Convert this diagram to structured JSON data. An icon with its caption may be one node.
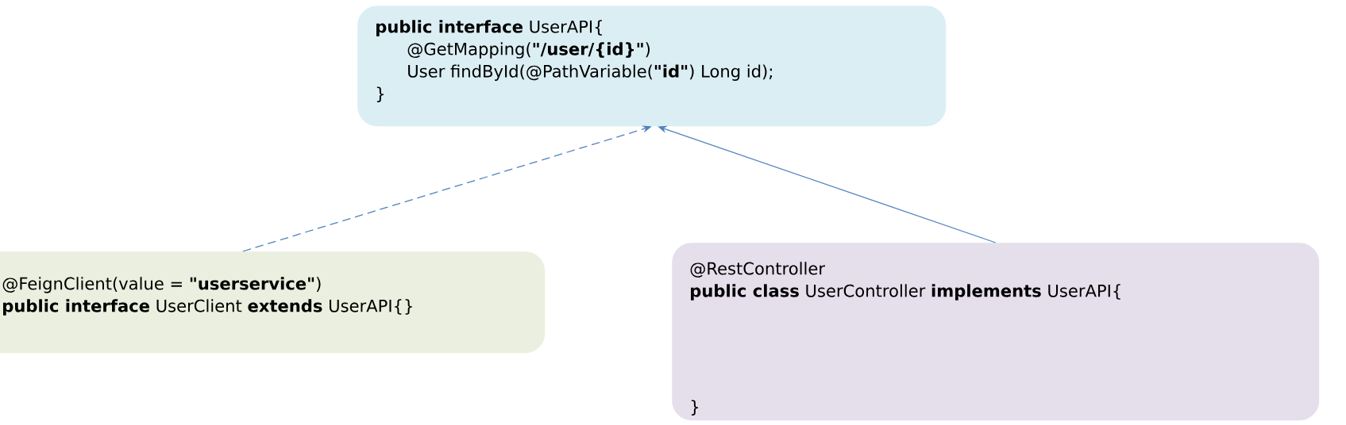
{
  "diagram": {
    "nodes": [
      {
        "text": [
          "**public interface** UserAPI{",
          "@GetMapping(**\"/user/{id}\"**)",
          "User findById(@PathVariable(**\"id\"**) Long id);",
          "}"
        ]
      },
      {
        "text": [
          "@FeignClient(value = **\"userservice\"**)",
          "**public interface** UserClient **extends** UserAPI{}"
        ]
      },
      {
        "text": [
          "@RestController",
          "**public class** UserController **implements** UserAPI{",
          "}"
        ]
      }
    ],
    "edges": [
      {
        "from": 1,
        "to": 0,
        "arrow": "to",
        "style": "dashed"
      },
      {
        "from": 2,
        "to": 0,
        "arrow": "to"
      }
    ]
  }
}
